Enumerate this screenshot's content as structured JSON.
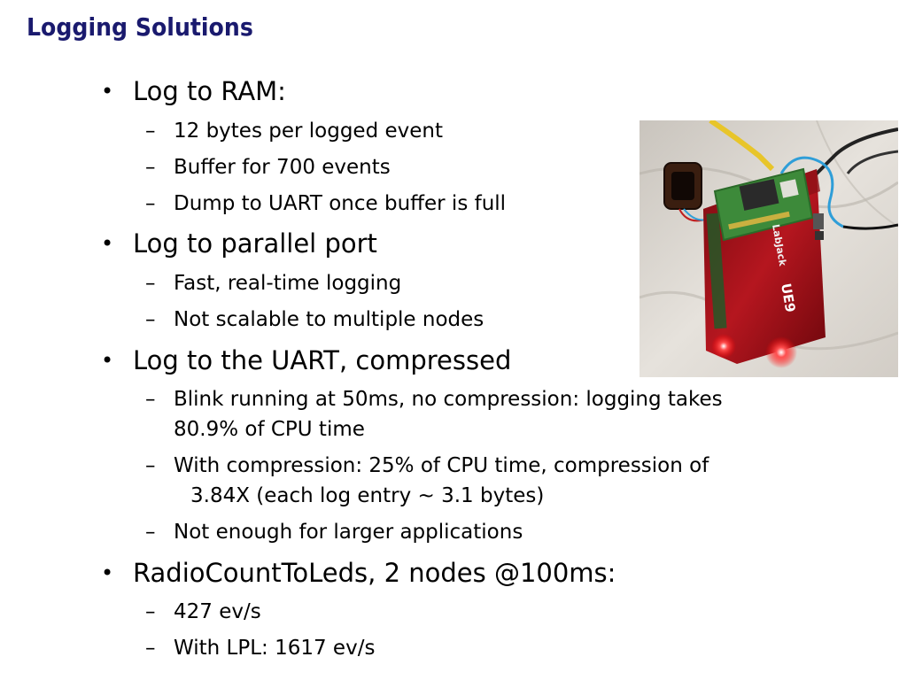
{
  "slide": {
    "title": "Logging Solutions",
    "bullets": [
      {
        "text": "Log to RAM:",
        "sub": [
          [
            "12 bytes per logged event"
          ],
          [
            "Buffer for 700 events"
          ],
          [
            "Dump to UART once buffer is full"
          ]
        ]
      },
      {
        "text": "Log to parallel port",
        "sub": [
          [
            "Fast, real-time logging"
          ],
          [
            "Not scalable to multiple nodes"
          ]
        ]
      },
      {
        "text": "Log to the UART, compressed",
        "sub": [
          [
            "Blink running at 50ms, no compression: logging takes",
            "80.9% of CPU time"
          ],
          [
            "With compression: 25% of CPU time, compression of",
            "3.84X (each log entry ~ 3.1 bytes)"
          ],
          [
            "Not enough for larger applications"
          ]
        ]
      },
      {
        "text": "RadioCountToLeds, 2 nodes @100ms:",
        "sub": [
          [
            "427 ev/s"
          ],
          [
            "With LPL: 1617 ev/s"
          ]
        ]
      }
    ],
    "photo": {
      "board_label": "UE9",
      "brand_label": "LabJack"
    }
  },
  "colors": {
    "title": "#1a1a6e",
    "text": "#000000",
    "board_red": "#a8141c",
    "pcb_green": "#3d8a3a"
  }
}
